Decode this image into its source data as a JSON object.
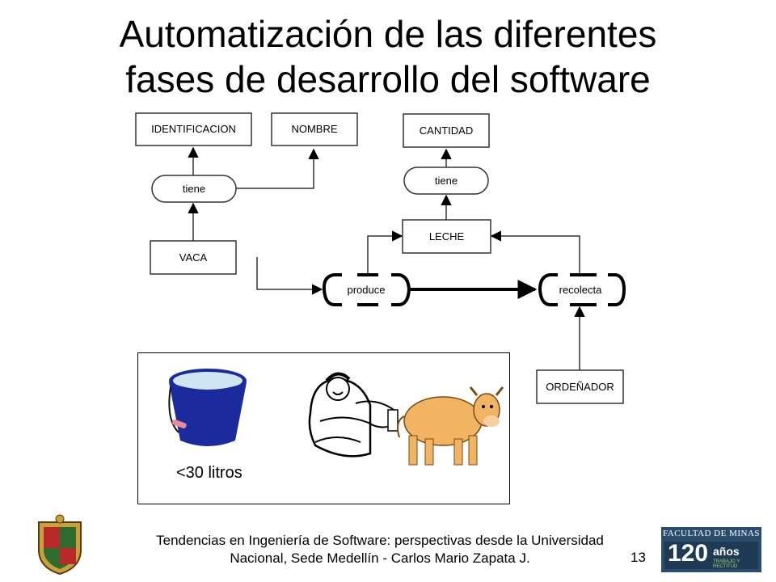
{
  "slide": {
    "title_line1": "Automatización de las diferentes",
    "title_line2": "fases de desarrollo del software",
    "caption": "<30 litros",
    "footer_line1": "Tendencias en Ingeniería de Software: perspectivas desde la Universidad",
    "footer_line2": "Nacional, Sede Medellín - Carlos Mario Zapata J.",
    "page_number": "13"
  },
  "diagram": {
    "concepts": {
      "identificacion": "IDENTIFICACION",
      "nombre": "NOMBRE",
      "cantidad": "CANTIDAD",
      "vaca": "VACA",
      "leche": "LECHE",
      "ordenador": "ORDEÑADOR"
    },
    "relations": {
      "tiene_1": "tiene",
      "tiene_2": "tiene",
      "produce": "produce",
      "recolecta": "recolecta"
    }
  },
  "badge": {
    "top": "FACULTAD DE MINAS",
    "number": "120",
    "word": "años",
    "sub": "TRABAJO Y RECTITUD"
  },
  "colors": {
    "bucket_body": "#1b2a9c",
    "bucket_water": "#cfe6f2",
    "cow": "#f0b463",
    "badge_bg": "#2a4d6e"
  }
}
